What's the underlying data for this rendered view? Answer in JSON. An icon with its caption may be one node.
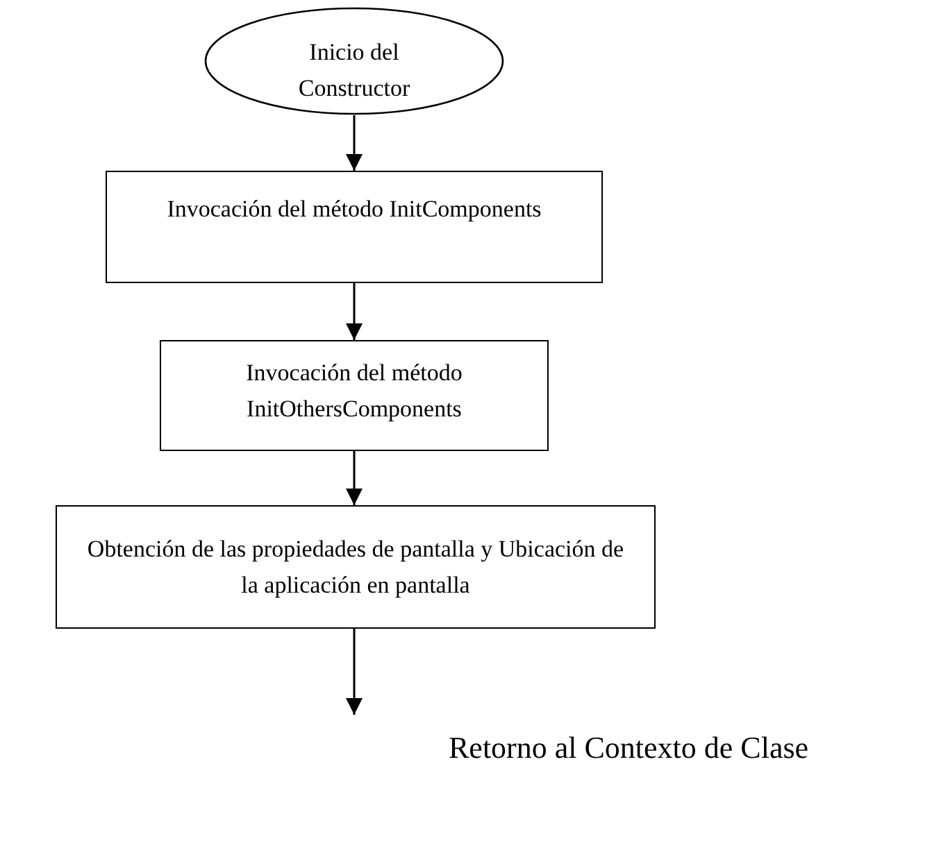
{
  "diagram": {
    "nodes": [
      {
        "text": [
          "Inicio del Constructor"
        ]
      },
      {
        "text": [
          "Invocación del método InitComponents"
        ]
      },
      {
        "text": [
          "Invocación del método InitOthersComponents"
        ]
      },
      {
        "text": [
          "Obtención de las propiedades de pantalla y Ubicación de la aplicación en pantalla"
        ]
      }
    ],
    "edges": [
      {
        "from": 0,
        "to": 1,
        "arrow": "to"
      },
      {
        "from": 1,
        "to": 2,
        "arrow": "to"
      },
      {
        "from": 2,
        "to": 3,
        "arrow": "to"
      },
      {
        "from": 3,
        "to": null,
        "arrow": "to"
      }
    ],
    "labels": [
      "Retorno al Contexto de Clase"
    ]
  }
}
